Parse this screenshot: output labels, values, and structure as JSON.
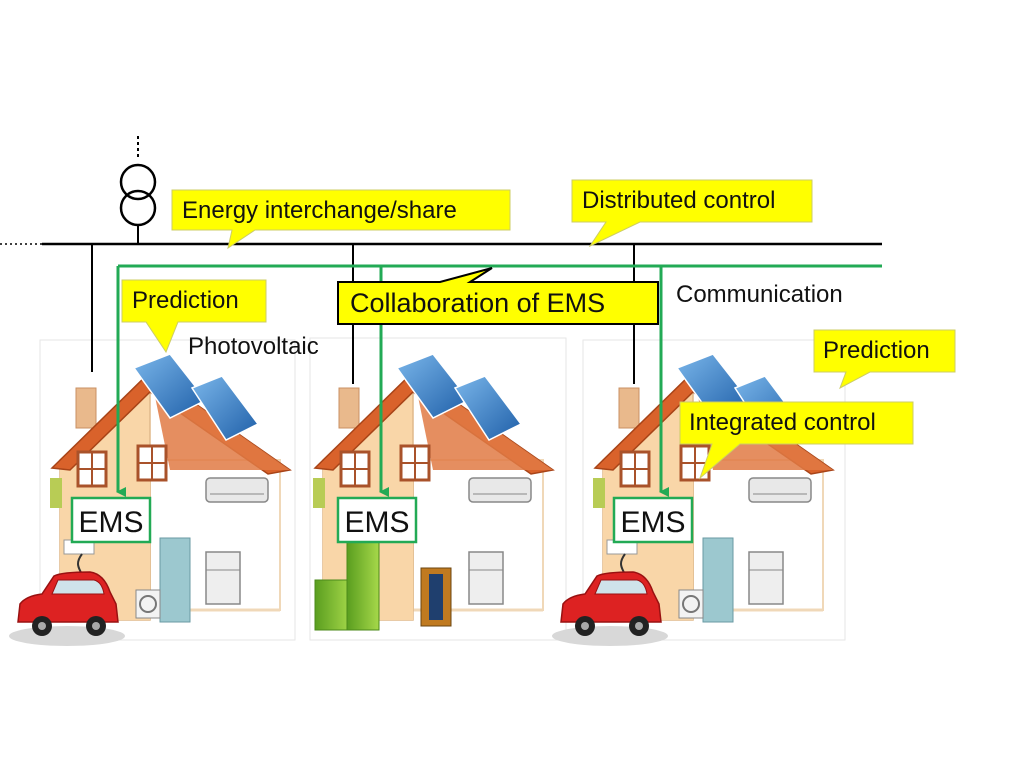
{
  "callouts": {
    "energy_interchange": "Energy interchange/share",
    "distributed_control": "Distributed control",
    "prediction_left": "Prediction",
    "collaboration": "Collaboration of EMS",
    "prediction_right": "Prediction",
    "integrated_control": "Integrated control"
  },
  "labels": {
    "photovoltaic": "Photovoltaic",
    "communication": "Communication"
  },
  "houses": [
    {
      "ems_label": "EMS",
      "has_car": true
    },
    {
      "ems_label": "EMS",
      "has_car": false
    },
    {
      "ems_label": "EMS",
      "has_car": true
    }
  ],
  "colors": {
    "callout_fill": "#ffff00",
    "communication_line": "#22aa55",
    "power_line": "#000000",
    "roof": "#d9622b",
    "wall": "#f9d6a8",
    "solar_panel": "#3a7fc4",
    "car": "#dd2222",
    "battery": "#8cc63f"
  }
}
